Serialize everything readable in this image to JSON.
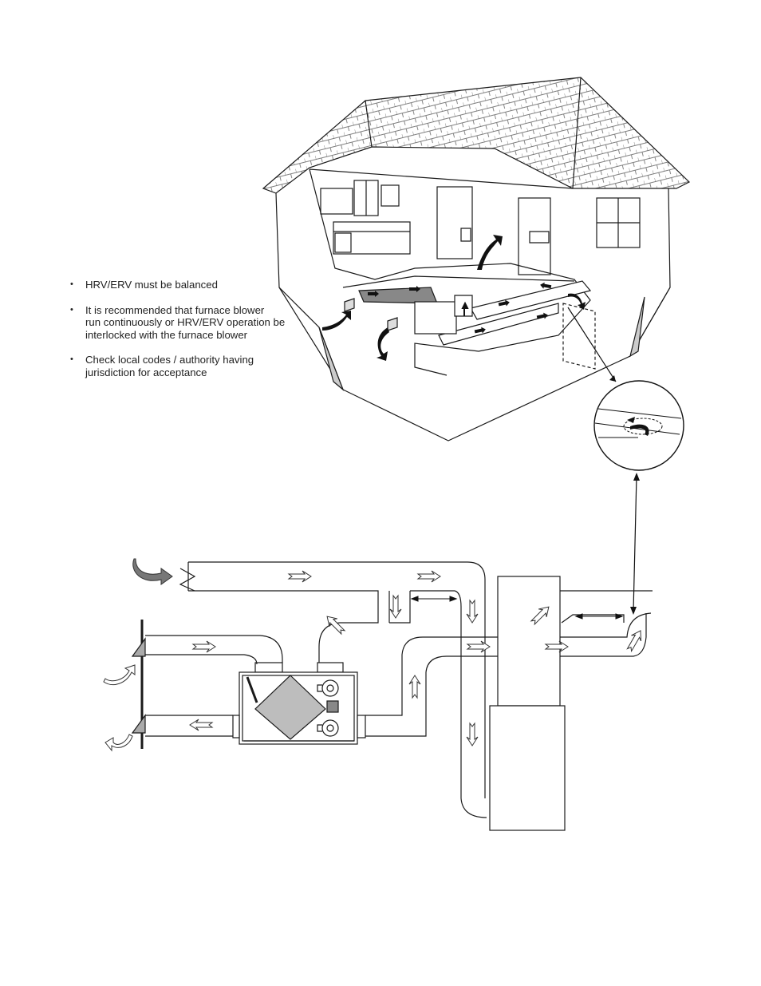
{
  "notes": [
    {
      "text": "HRV/ERV must be balanced"
    },
    {
      "text": "It is recommended that furnace blower\nrun continuously or HRV/ERV operation be\ninterlocked with the furnace blower"
    },
    {
      "text": "Check local codes / authority having\njurisdiction for acceptance"
    }
  ],
  "colors": {
    "line": "#1a1a1a",
    "duct_fill": "#ffffff",
    "core_fill": "#bdbdbd",
    "flow_arrow": "#8a8a8a",
    "hood": "#aaaaaa"
  },
  "icons": [
    "outdoor-air-arrow-icon",
    "exhaust-air-arrow-icon",
    "heat-recovery-core-icon",
    "blower-fan-icon",
    "airflow-arrow-icon",
    "detail-callout-magnifier-icon"
  ]
}
